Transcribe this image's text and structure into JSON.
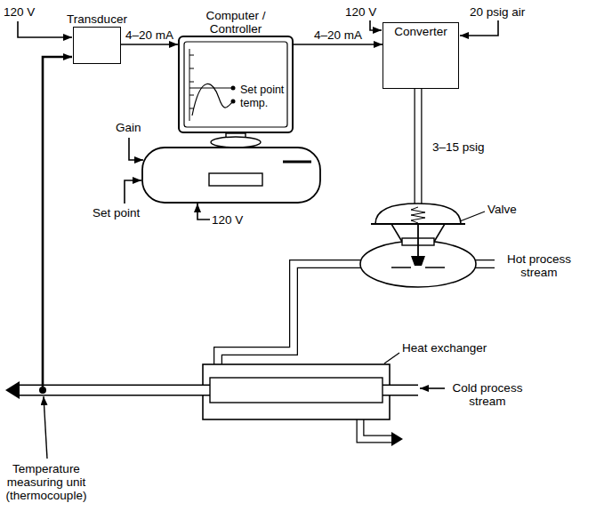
{
  "diagram": {
    "nodes": [
      {
        "text": [
          "Transducer"
        ]
      },
      {
        "text": [
          "Computer / Controller",
          "Set point temp."
        ]
      },
      {
        "text": [
          "Converter"
        ]
      }
    ],
    "edges": [
      {
        "from": 0,
        "to": 1,
        "arrow": "to",
        "label": "4–20 mA"
      },
      {
        "from": 1,
        "to": 2,
        "arrow": "to",
        "label": "4–20 mA"
      }
    ],
    "labels": [
      "120 V",
      "120 V",
      "20 psig air",
      "3–15 psig",
      "Gain",
      "Set point",
      "120 V",
      "Valve",
      "Hot process stream",
      "Heat exchanger",
      "Cold process stream",
      "Temperature measuring unit (thermocouple)"
    ]
  }
}
